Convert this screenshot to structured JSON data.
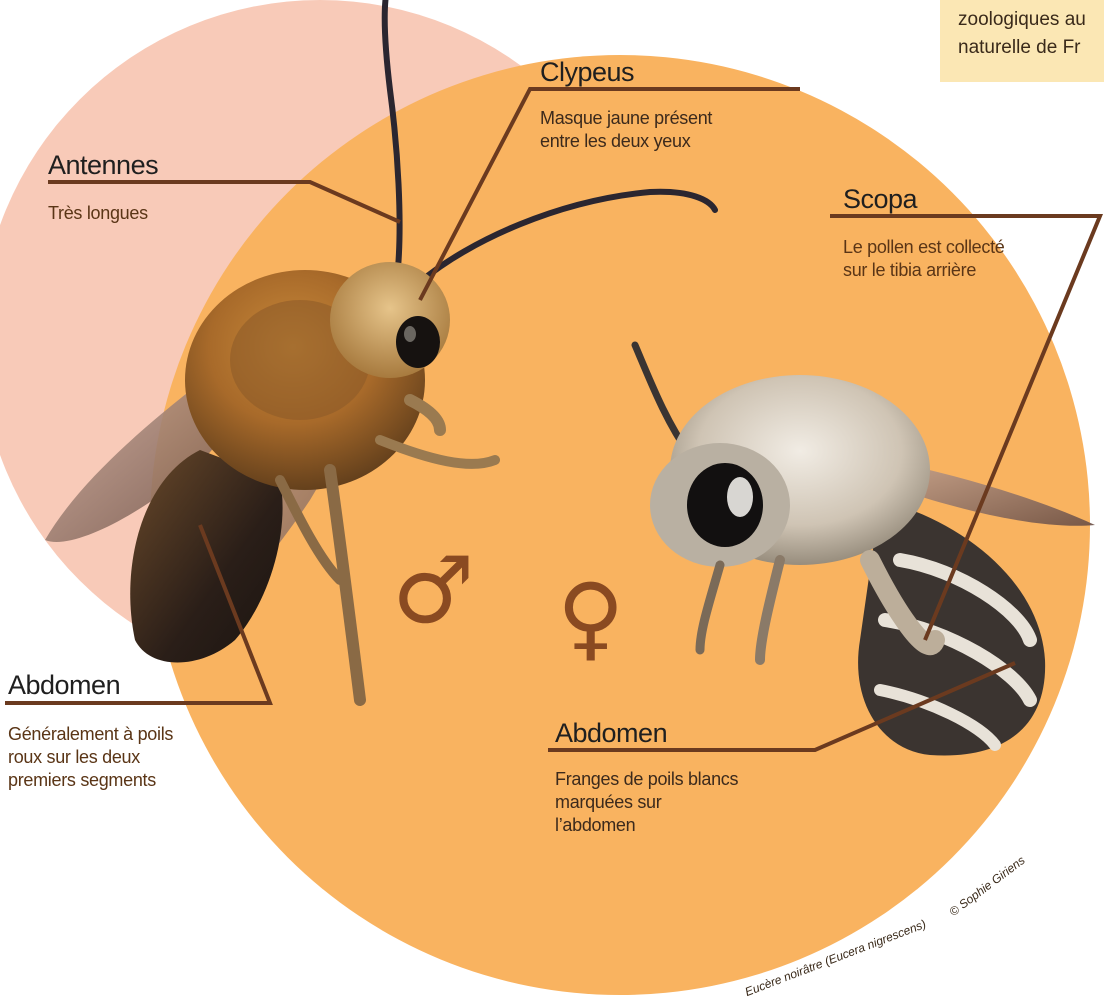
{
  "note_box": {
    "text": "zoologiques au\nnaturelle de Fr"
  },
  "labels": {
    "antennes": {
      "title": "Antennes",
      "desc": "Très longues"
    },
    "clypeus": {
      "title": "Clypeus",
      "desc": "Masque jaune présent\nentre les deux yeux"
    },
    "scopa": {
      "title": "Scopa",
      "desc": "Le pollen est collecté\nsur le tibia arrière"
    },
    "abdomen_male": {
      "title": "Abdomen",
      "desc": "Généralement à poils\nroux sur les deux\npremiers segments"
    },
    "abdomen_female": {
      "title": "Abdomen",
      "desc": "Franges de poils blancs\nmarquées sur\nl’abdomen"
    }
  },
  "symbols": {
    "male": "♂",
    "female": "♀"
  },
  "credits": {
    "species": "Eucère noirâtre (Eucera nigrescens)",
    "copyright": "© Sophie Giriens"
  },
  "colors": {
    "pink_circle": "#f8cab8",
    "orange_circle": "#f9b360",
    "leader_line": "#6b3a1f",
    "symbol": "#8a4a21"
  }
}
